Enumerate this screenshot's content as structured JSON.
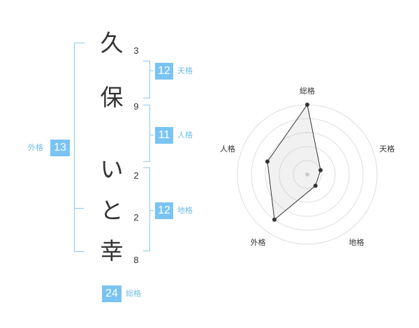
{
  "name_chars": [
    {
      "char": "久",
      "strokes": "3"
    },
    {
      "char": "保",
      "strokes": "9"
    },
    {
      "char": "い",
      "strokes": "2"
    },
    {
      "char": "と",
      "strokes": "2"
    },
    {
      "char": "幸",
      "strokes": "8"
    }
  ],
  "fortunes": {
    "tenkaku": {
      "value": "12",
      "label": "天格"
    },
    "jinkaku": {
      "value": "11",
      "label": "人格"
    },
    "chikaku": {
      "value": "12",
      "label": "地格"
    },
    "gaikaku": {
      "value": "13",
      "label": "外格"
    },
    "soukaku": {
      "value": "24",
      "label": "総格"
    }
  },
  "colors": {
    "accent": "#79c4f2",
    "bracket": "#8ec9ee",
    "label": "#6fbde9"
  },
  "chart_data": {
    "type": "radar",
    "axes": [
      "総格",
      "天格",
      "地格",
      "外格",
      "人格"
    ],
    "values": [
      5,
      1,
      1,
      4,
      3
    ],
    "range": [
      0,
      5
    ]
  }
}
